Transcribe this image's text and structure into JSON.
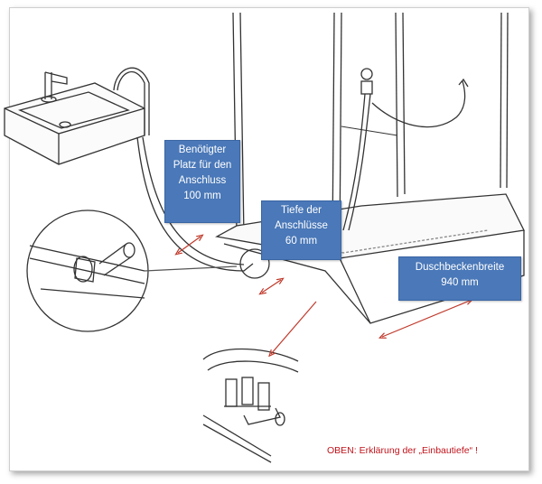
{
  "callouts": {
    "connection_space": [
      "Benötigter",
      "Platz für den",
      "Anschluss",
      "100 mm"
    ],
    "connection_depth": [
      "Tiefe der",
      "Anschlüsse",
      "60 mm"
    ],
    "tray_width": [
      "Duschbeckenbreite",
      "940 mm"
    ]
  },
  "note": "OBEN: Erklärung der „Einbautiefe“ !",
  "colors": {
    "callout_fill": "#4a78b8",
    "arrow": "#c0392b",
    "note_text": "#c0141c",
    "line": "#333333"
  },
  "icons": [
    "sink-icon",
    "faucet-icon",
    "shower-enclosure",
    "shower-tray",
    "hose",
    "valve-detail",
    "pipe-detail"
  ]
}
